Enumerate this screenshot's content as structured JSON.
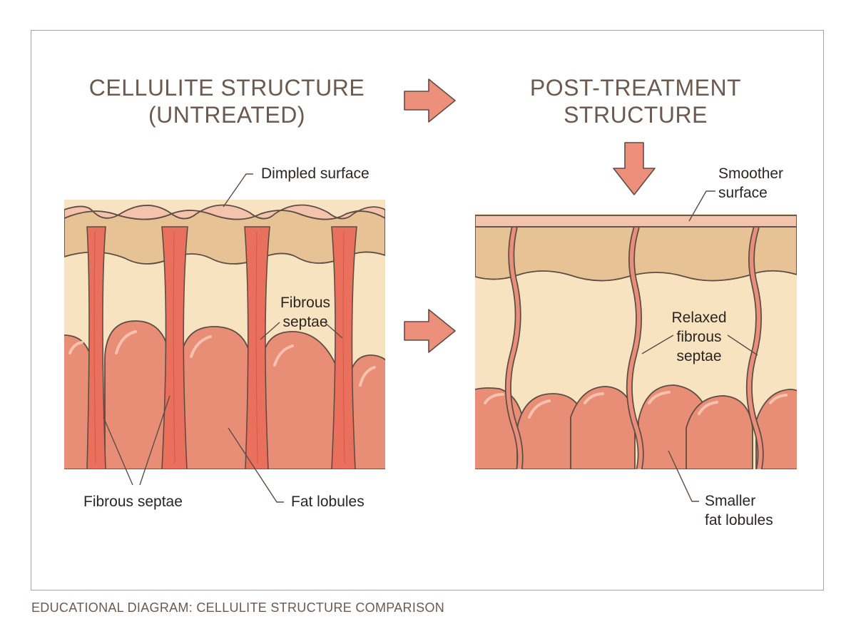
{
  "titles": {
    "left": "CELLULITE STRUCTURE\n(UNTREATED)",
    "right": "POST-TREATMENT\nSTRUCTURE"
  },
  "labels": {
    "dimpled_surface": "Dimpled surface",
    "fibrous_septae_mid": "Fibrous\nseptae",
    "fibrous_septae_bottom": "Fibrous septae",
    "fat_lobules": "Fat lobules",
    "smoother_surface": "Smoother\nsurface",
    "relaxed_septae": "Relaxed\nfibrous\nseptae",
    "smaller_fat_lobules": "Smaller\nfat lobules"
  },
  "caption": "EDUCATIONAL DIAGRAM: CELLULITE STRUCTURE COMPARISON",
  "colors": {
    "arrow": "#ec8f7b",
    "skin_surface": "#f3c3ac",
    "upper_layer": "#e6c294",
    "fat_tissue": "#f7e3c0",
    "fat_lobule": "#e88e76",
    "septae": "#ea6f5c",
    "outline": "#5e4d44"
  }
}
